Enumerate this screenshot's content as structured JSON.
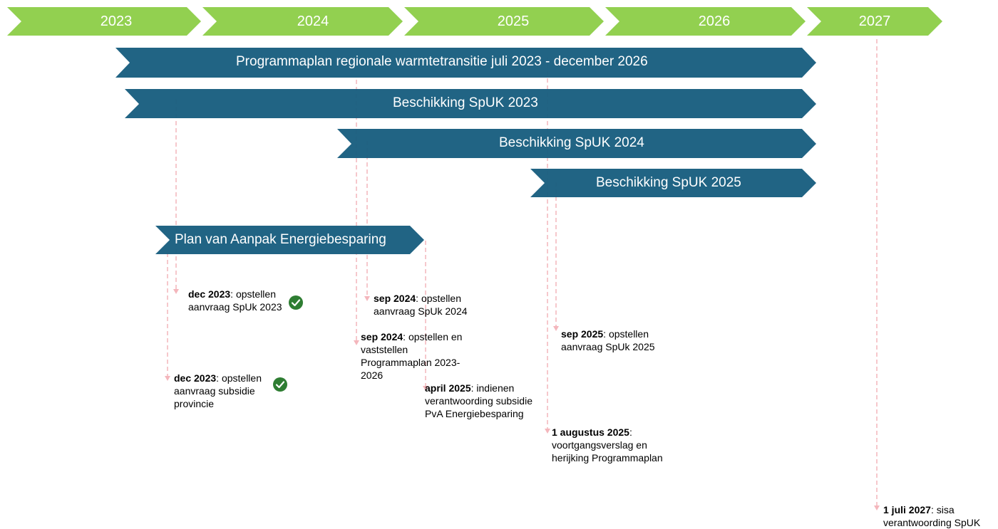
{
  "timeline": {
    "years": [
      "2023",
      "2024",
      "2025",
      "2026",
      "2027"
    ],
    "color": "#92d050"
  },
  "bars": {
    "color": "#1a5f80",
    "programmaplan": "Programmaplan regionale warmtetransitie juli 2023 - december 2026",
    "spuk2023": "Beschikking SpUK 2023",
    "spuk2024": "Beschikking SpUK 2024",
    "spuk2025": "Beschikking SpUK 2025",
    "pva": "Plan van Aanpak Energiebesparing"
  },
  "connector_color": "#f4b6bc",
  "check_color": "#2e7d32",
  "milestones": {
    "m1": {
      "date": "dec 2023",
      "text": ": opstellen aanvraag SpUk 2023",
      "done": true
    },
    "m2": {
      "date": "dec 2023",
      "text": ": opstellen aanvraag subsidie provincie",
      "done": true
    },
    "m3": {
      "date": "sep 2024",
      "text": ": opstellen aanvraag SpUk 2024"
    },
    "m4": {
      "date": "sep 2024",
      "text": ": opstellen en vaststellen Programmaplan 2023-2026"
    },
    "m5": {
      "date": "april 2025",
      "text": ": indienen verantwoording subsidie PvA Energiebesparing"
    },
    "m6": {
      "date": "sep 2025",
      "text": ": opstellen aanvraag SpUk 2025"
    },
    "m7": {
      "date": "1 augustus 2025",
      "text": ": voortgangsverslag en herijking Programmaplan"
    },
    "m8": {
      "date": "1 juli  2027",
      "text": ": sisa verantwoording SpUK"
    }
  }
}
